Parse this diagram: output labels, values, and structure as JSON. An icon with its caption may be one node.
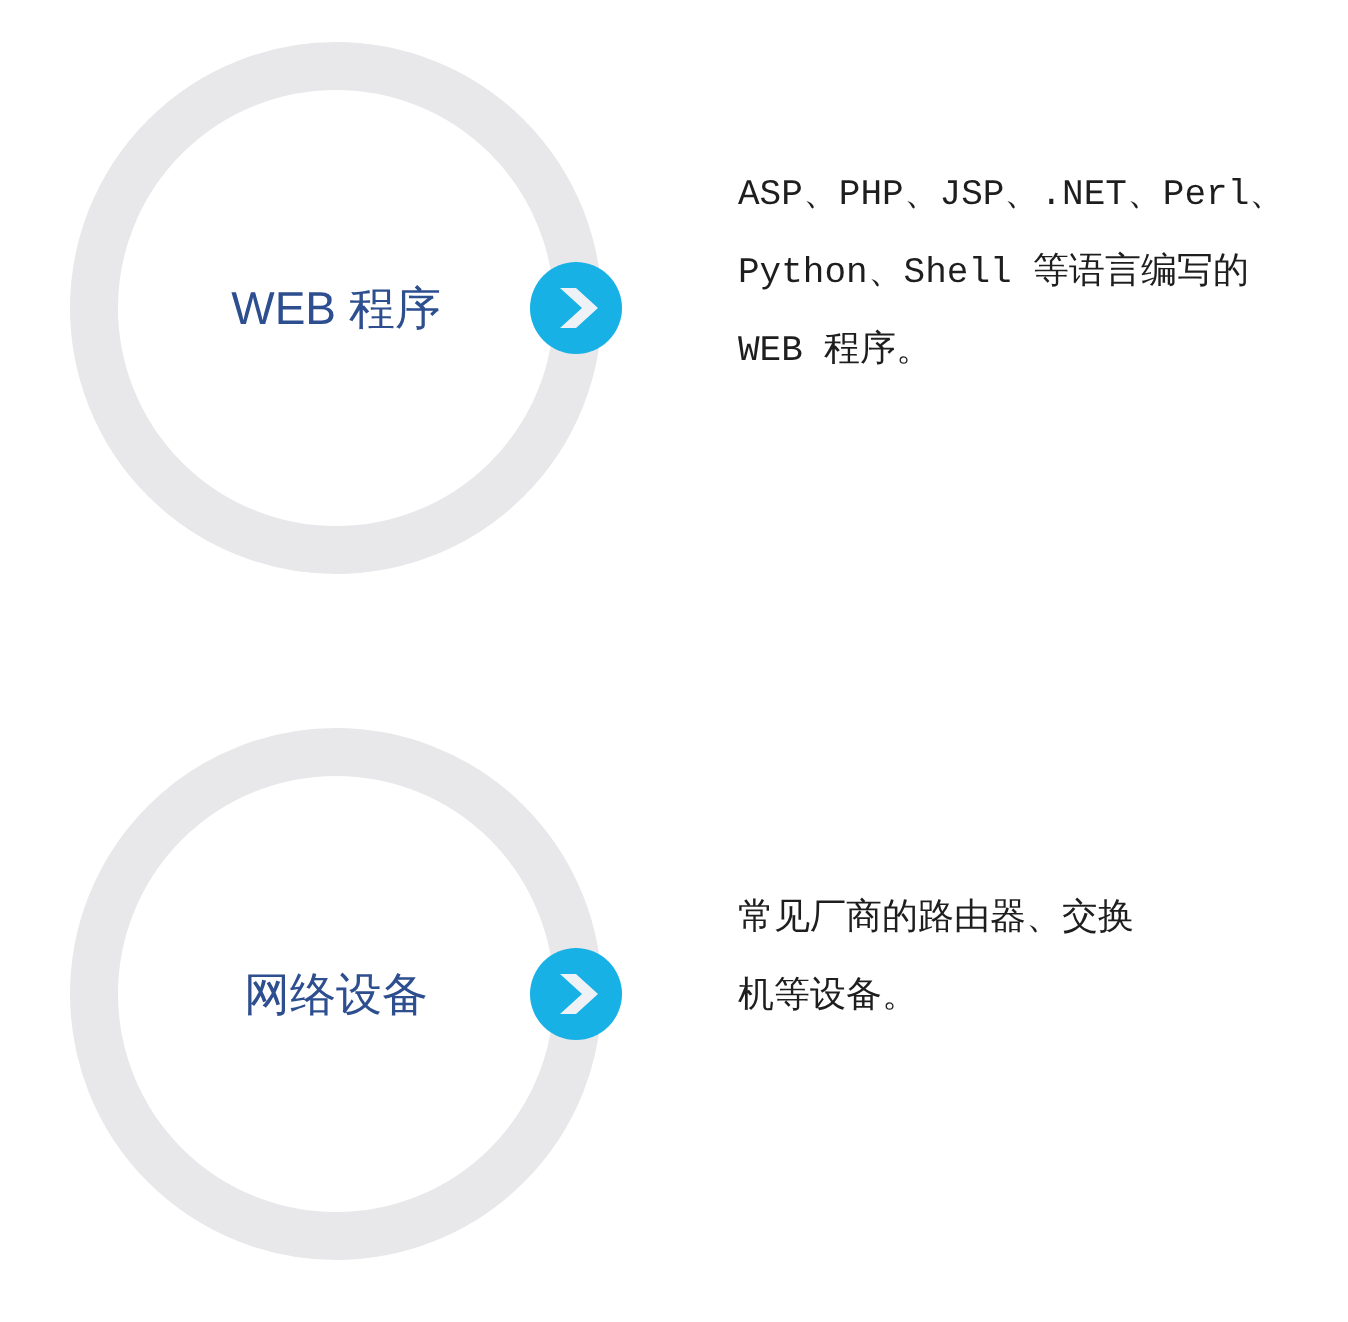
{
  "diagram": {
    "nodes": [
      {
        "text": [
          "WEB 程序"
        ]
      },
      {
        "text": [
          "网络设备"
        ]
      }
    ],
    "labels": [
      "ASP、PHP、JSP、.NET、Perl、Python、Shell 等语言编写的 WEB 程序。",
      "常见厂商的路由器、交换机等设备。"
    ]
  }
}
